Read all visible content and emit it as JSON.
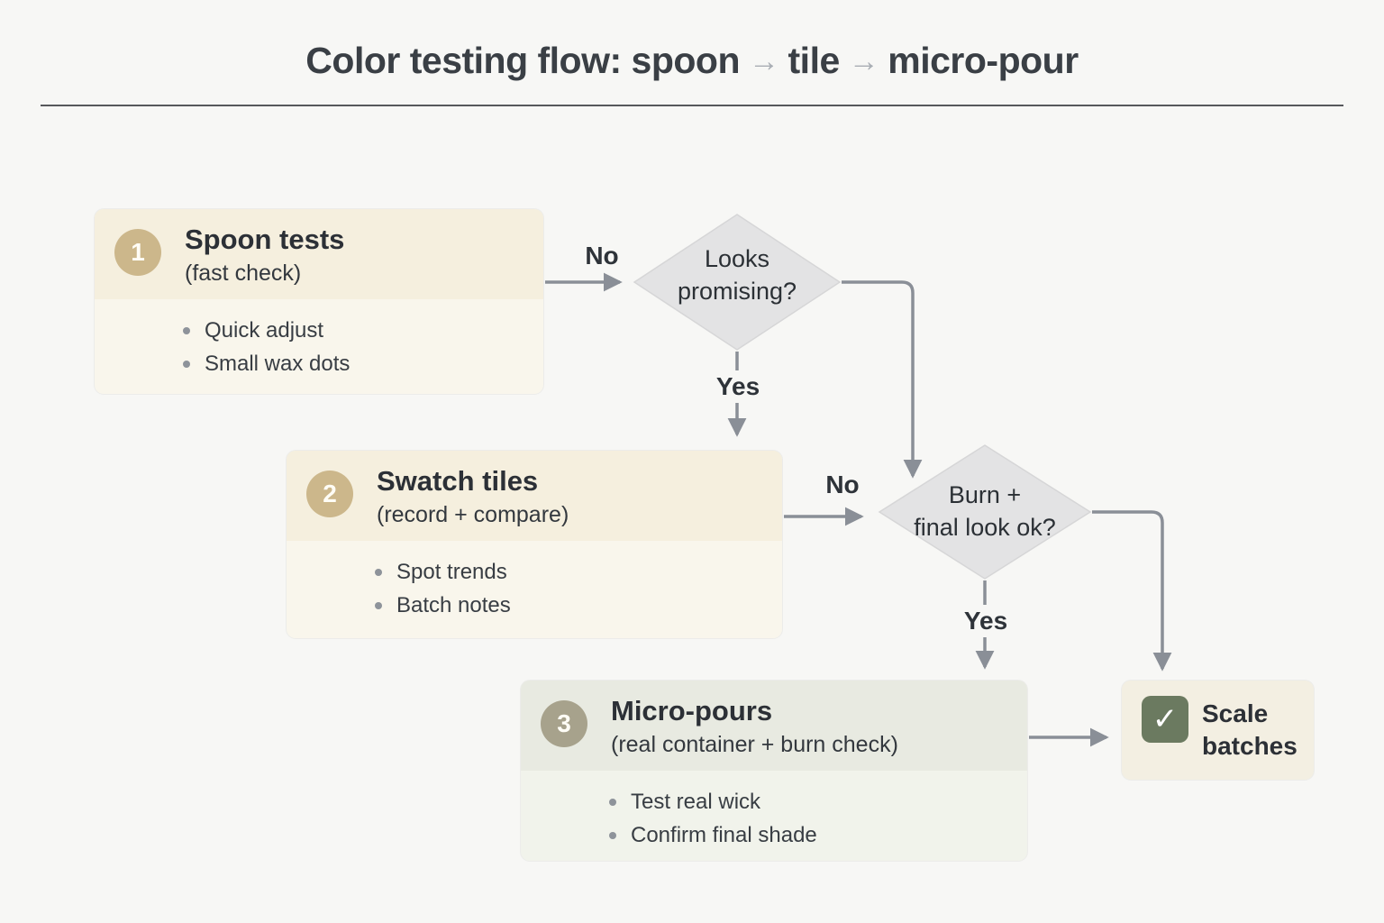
{
  "header": {
    "title_prefix": "Color testing flow: spoon",
    "title_mid": "tile",
    "title_end": "micro-pour",
    "arrow": "→"
  },
  "steps": [
    {
      "number": "1",
      "title": "Spoon tests",
      "subtitle": "(fast check)",
      "bullets": [
        "Quick adjust",
        "Small wax dots"
      ]
    },
    {
      "number": "2",
      "title": "Swatch tiles",
      "subtitle": "(record + compare)",
      "bullets": [
        "Spot trends",
        "Batch notes"
      ]
    },
    {
      "number": "3",
      "title": "Micro-pours",
      "subtitle": "(real container + burn check)",
      "bullets": [
        "Test real wick",
        "Confirm final shade"
      ]
    }
  ],
  "decisions": [
    {
      "question_line1": "Looks",
      "question_line2": "promising?",
      "no_label": "No",
      "yes_label": "Yes"
    },
    {
      "question_line1": "Burn +",
      "question_line2": "final look ok?",
      "no_label": "No",
      "yes_label": "Yes"
    }
  ],
  "terminal": {
    "label": "Scale batches",
    "check_icon": "✓"
  },
  "colors": {
    "step_number_tan": "#ccb78b",
    "step_number_olive": "#a7a28c",
    "card_cream_header": "#f5efde",
    "card_gray_header": "#e8eae1",
    "diamond_fill": "#e3e3e4",
    "connector_gray": "#8a8f97",
    "terminal_check_bg": "#6b7a60"
  }
}
